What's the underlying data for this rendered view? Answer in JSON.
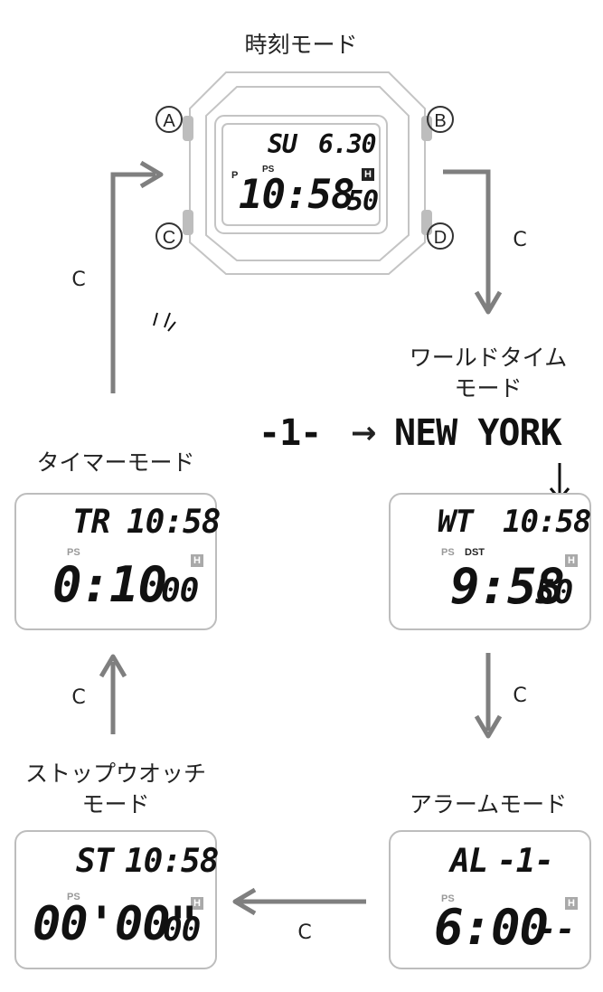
{
  "colors": {
    "arrow": "#7f7f7f",
    "panel_border": "#bdbdbd",
    "text": "#222222",
    "indicator_gray": "#999999"
  },
  "timekeeping": {
    "title": "時刻モード",
    "buttons": {
      "a": "A",
      "b": "B",
      "c": "C",
      "d": "D"
    },
    "line1_day": "SU",
    "line1_date": "6.30",
    "pm": "P",
    "ps": "PS",
    "h_icon": "H",
    "time": "10:58",
    "seconds": "50"
  },
  "world_time": {
    "title_line1": "ワールドタイム",
    "title_line2": "モード",
    "city_line_prefix": "-1-",
    "city_arrow": "→",
    "city_name": "NEW YORK",
    "line1_label": "WT",
    "line1_time": "10:58",
    "ps": "PS",
    "dst": "DST",
    "h_icon": "H",
    "time": "9:58",
    "seconds": "50"
  },
  "alarm": {
    "title": "アラームモード",
    "line1_label": "AL",
    "line1_value": "-1-",
    "ps": "PS",
    "h_icon": "H",
    "time": "6:00",
    "seconds": "--"
  },
  "stopwatch": {
    "title_line1": "ストップウオッチ",
    "title_line2": "モード",
    "line1_label": "ST",
    "line1_time": "10:58",
    "ps": "PS",
    "h_icon": "H",
    "time": "00'00\"",
    "hundredths": "00"
  },
  "timer": {
    "title": "タイマーモード",
    "line1_label": "TR",
    "line1_time": "10:58",
    "ps": "PS",
    "h_icon": "H",
    "time": "0:10",
    "seconds": "00"
  },
  "transitions": {
    "timekeeping_to_worldtime": "C",
    "worldtime_to_alarm": "C",
    "alarm_to_stopwatch": "C",
    "stopwatch_to_timer": "C",
    "timer_to_timekeeping": "C"
  }
}
